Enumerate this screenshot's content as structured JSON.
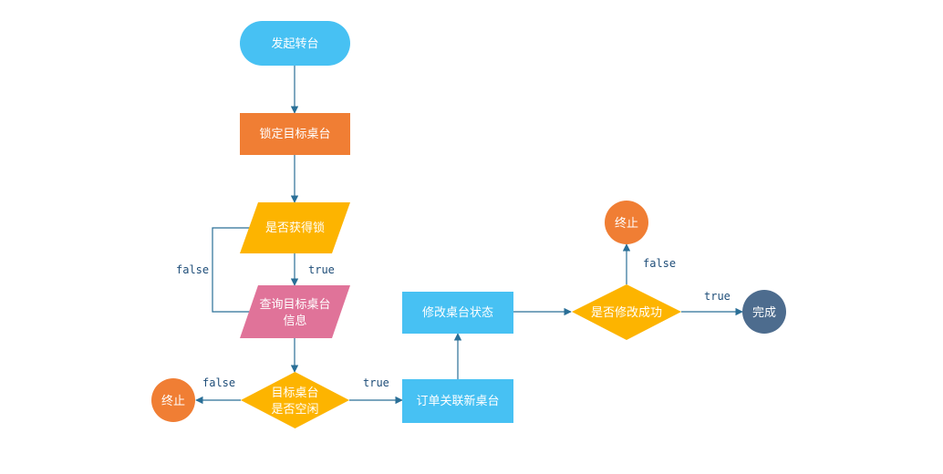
{
  "nodes": {
    "start": {
      "label": "发起转台"
    },
    "lock_target": {
      "label": "锁定目标桌台"
    },
    "got_lock": {
      "label": "是否获得锁"
    },
    "query_info": {
      "label_line1": "查询目标桌台",
      "label_line2": "信息"
    },
    "is_free": {
      "label_line1": "目标桌台",
      "label_line2": "是否空闲"
    },
    "end_left": {
      "label": "终止"
    },
    "link_order": {
      "label": "订单关联新桌台"
    },
    "modify_status": {
      "label": "修改桌台状态"
    },
    "modify_ok": {
      "label": "是否修改成功"
    },
    "end_top": {
      "label": "终止"
    },
    "done": {
      "label": "完成"
    }
  },
  "edges": {
    "got_lock_true": "true",
    "got_lock_false": "false",
    "is_free_false": "false",
    "is_free_true": "true",
    "modify_ok_false": "false",
    "modify_ok_true": "true"
  },
  "colors": {
    "blue_light": "#47c1f3",
    "orange": "#f07e34",
    "yellow": "#fdb400",
    "pink": "#e07399",
    "dark_blue": "#4d6c8e",
    "edge": "#2a6f97",
    "edge_label": "#1f4e79"
  }
}
